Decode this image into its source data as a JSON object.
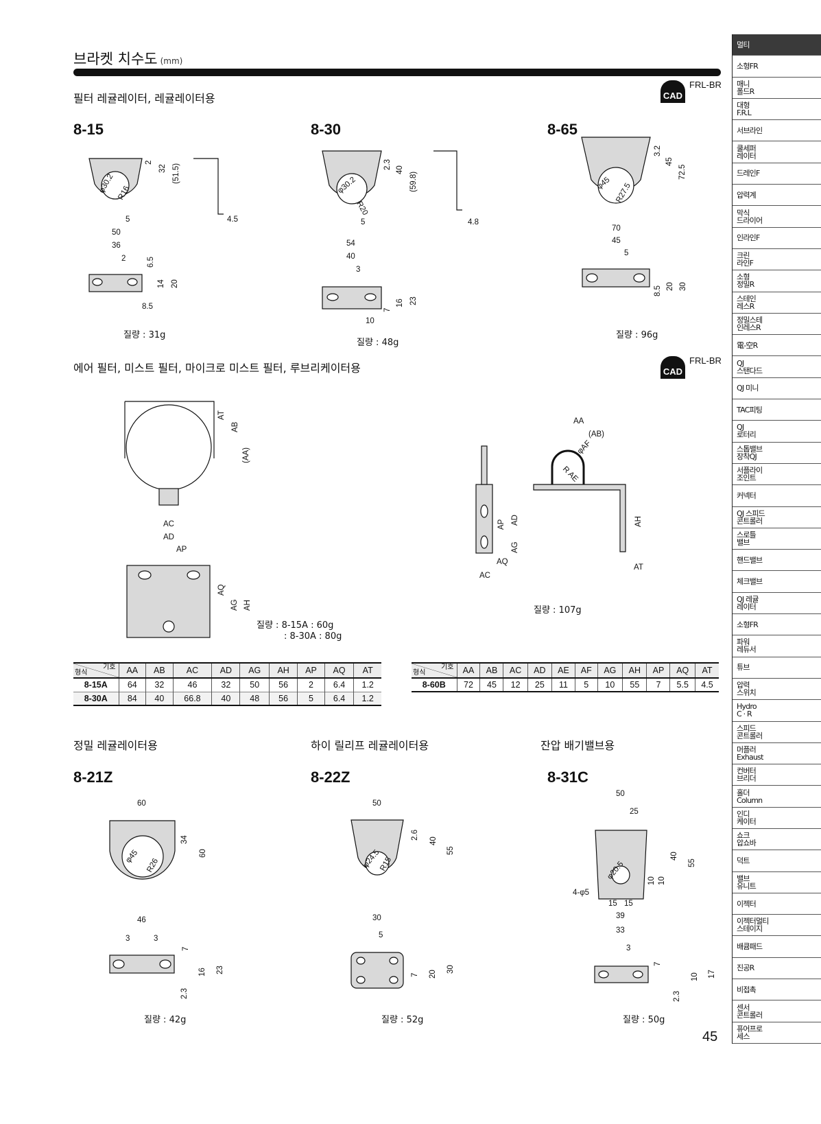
{
  "header": {
    "title": "브라켓 치수도",
    "unit": "(mm)"
  },
  "sections": {
    "s1": "필터 레귤레이터, 레귤레이터용",
    "s2": "에어 필터, 미스트 필터, 마이크로 미스트 필터, 루브리케이터용",
    "s3": "정밀 레귤레이터용",
    "s4": "하이 릴리프 레귤레이터용",
    "s5": "잔압 배기밸브용"
  },
  "cad": {
    "label": "CAD",
    "code": "FRL-BR"
  },
  "models": {
    "m1": "8-15",
    "m2": "8-30",
    "m3": "8-65",
    "m4": "8-21Z",
    "m5": "8-22Z",
    "m6": "8-31C"
  },
  "drawings": {
    "d815": {
      "dims": [
        "2",
        "32",
        "(51.5)",
        "φ30.2",
        "R16",
        "5",
        "4.5",
        "50",
        "36",
        "2",
        "6.5",
        "14",
        "20",
        "8.5"
      ],
      "weight": "질량 : 31g"
    },
    "d830": {
      "dims": [
        "2.3",
        "40",
        "(59.8)",
        "φ30.2",
        "R20",
        "5",
        "4.8",
        "54",
        "40",
        "3",
        "7",
        "16",
        "23",
        "10"
      ],
      "weight": "질량 : 48g"
    },
    "d865": {
      "dims": [
        "3.2",
        "45",
        "72.5",
        "φ45",
        "R27.5",
        "70",
        "45",
        "5",
        "8.5",
        "20",
        "30"
      ],
      "weight": "질량 : 96g"
    },
    "dA": {
      "dims": [
        "AT",
        "AB",
        "(AA)",
        "AC",
        "AD",
        "AP",
        "AQ",
        "AG",
        "AH"
      ],
      "weight": "질량 : 8-15A : 60g",
      "weight2": ": 8-30A : 80g"
    },
    "dB": {
      "dims": [
        "AA",
        "(AB)",
        "φAF",
        "R AE",
        "AP",
        "AD",
        "AG",
        "AQ",
        "AC",
        "AH",
        "AT"
      ],
      "weight": "질량 : 107g"
    },
    "d821": {
      "dims": [
        "60",
        "34",
        "60",
        "φ45",
        "R26",
        "46",
        "3",
        "3",
        "7",
        "16",
        "23",
        "2.3"
      ],
      "weight": "질량 : 42g"
    },
    "d822": {
      "dims": [
        "50",
        "2.6",
        "40",
        "55",
        "φ24.5",
        "R15",
        "30",
        "5",
        "7",
        "20",
        "30"
      ],
      "weight": "질량 : 52g"
    },
    "d831": {
      "dims": [
        "50",
        "25",
        "40",
        "55",
        "φ20.5",
        "10",
        "10",
        "4-φ5",
        "15",
        "15",
        "39",
        "33",
        "3",
        "7",
        "10",
        "17",
        "2.3"
      ],
      "weight": "질량 : 50g"
    }
  },
  "table1": {
    "corner_a": "기호",
    "corner_b": "형식",
    "cols": [
      "AA",
      "AB",
      "AC",
      "AD",
      "AG",
      "AH",
      "AP",
      "AQ",
      "AT"
    ],
    "rows": [
      [
        "8-15A",
        "64",
        "32",
        "46",
        "32",
        "50",
        "56",
        "2",
        "6.4",
        "1.2"
      ],
      [
        "8-30A",
        "84",
        "40",
        "66.8",
        "40",
        "48",
        "56",
        "5",
        "6.4",
        "1.2"
      ]
    ]
  },
  "table2": {
    "corner_a": "기호",
    "corner_b": "형식",
    "cols": [
      "AA",
      "AB",
      "AC",
      "AD",
      "AE",
      "AF",
      "AG",
      "AH",
      "AP",
      "AQ",
      "AT"
    ],
    "rows": [
      [
        "8-60B",
        "72",
        "45",
        "12",
        "25",
        "11",
        "5",
        "10",
        "55",
        "7",
        "5.5",
        "4.5"
      ]
    ]
  },
  "sidebar": [
    "멀티",
    "소형FR",
    "매니\n폴드R",
    "대형\nF.R.L",
    "서브라인",
    "쿨세퍼\n레이터",
    "드레인F",
    "압력계",
    "막식\n드라이어",
    "인라인F",
    "크린\n라인F",
    "소형\n정밀R",
    "스테인\n레스R",
    "정밀스테\n인레스R",
    "電-空R",
    "QJ\n스탠다드",
    "QJ 미니",
    "TAC피팅",
    "QJ\n로터리",
    "스톱밸브\n장착QJ",
    "서플라이\n조인트",
    "커넥터",
    "QJ 스피드\n콘트롤러",
    "스로틀\n밸브",
    "핸드밸브",
    "체크밸브",
    "QJ 레귤\n레이터",
    "소형FR",
    "파워\n레듀서",
    "튜브",
    "압력\n스위치",
    "Hydro\nC · R",
    "스피드\n콘트롤러",
    "머플러\nExhaust",
    "컨버터\n브리더",
    "홀더\nColumn",
    "인디\n케이터",
    "쇼크\n압쇼바",
    "덕트",
    "밸브\n유니트",
    "이젝터",
    "이젝터멀티\n스테이지",
    "배큠패드",
    "진공R",
    "비접촉",
    "센서\n콘트롤러",
    "퓨어프로\n세스"
  ],
  "page_number": "45"
}
